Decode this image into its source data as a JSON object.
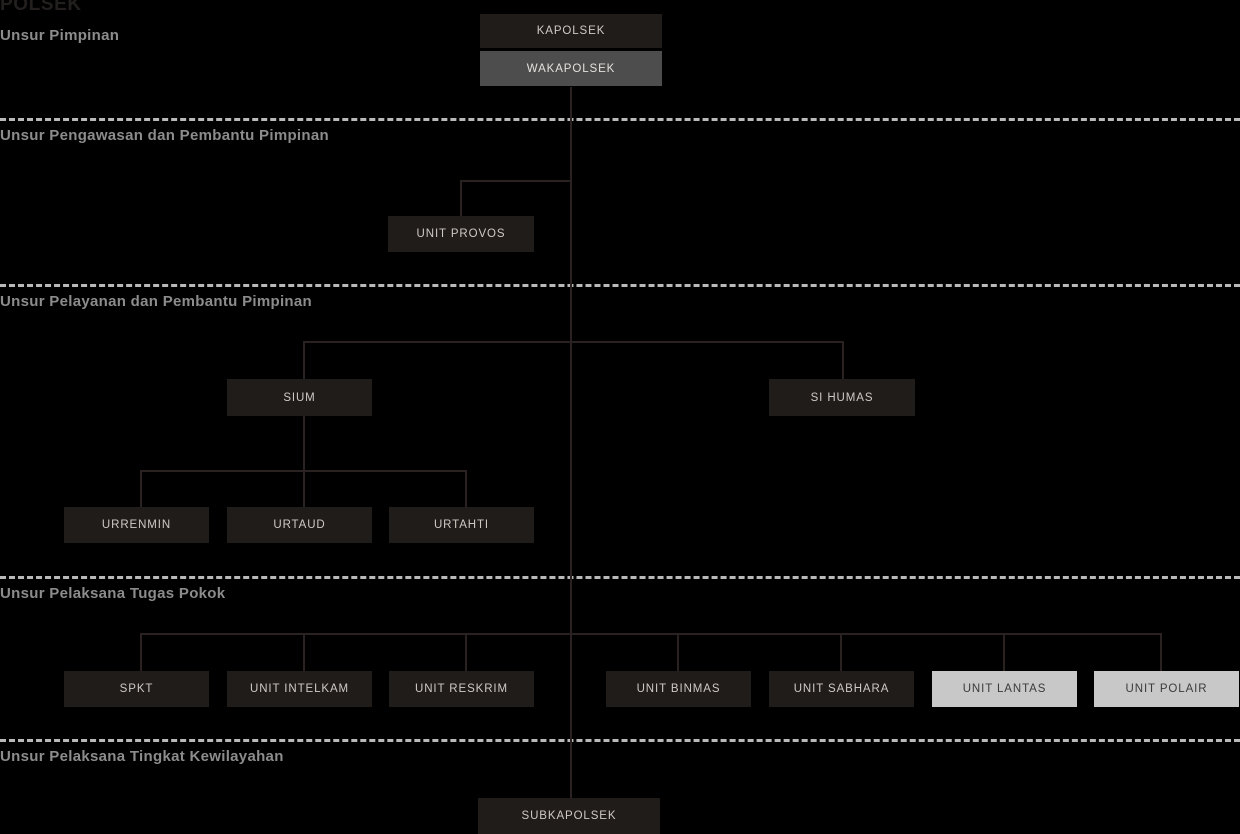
{
  "title": "POLSEK",
  "sections": [
    {
      "id": "pimpinan",
      "label": "Unsur Pimpinan"
    },
    {
      "id": "pengawasan",
      "label": "Unsur Pengawasan dan Pembantu Pimpinan"
    },
    {
      "id": "pelayanan",
      "label": "Unsur Pelayanan dan Pembantu Pimpinan"
    },
    {
      "id": "tugaspokok",
      "label": "Unsur Pelaksana Tugas Pokok"
    },
    {
      "id": "kewilayahan",
      "label": "Unsur Pelaksana Tingkat Kewilayahan"
    }
  ],
  "nodes": {
    "kapolsek": "KAPOLSEK",
    "wakapolsek": "WAKAPOLSEK",
    "unit_provos": "UNIT PROVOS",
    "sium": "SIUM",
    "si_humas": "SI HUMAS",
    "urrenmin": "URRENMIN",
    "urtaud": "URTAUD",
    "urtahti": "URTAHTI",
    "spkt": "SPKT",
    "unit_intelkam": "UNIT INTELKAM",
    "unit_reskrim": "UNIT RESKRIM",
    "unit_binmas": "UNIT BINMAS",
    "unit_sabhara": "UNIT SABHARA",
    "unit_lantas": "UNIT LANTAS",
    "unit_polair": "UNIT POLAIR",
    "subkapolsek": "SUBKAPOLSEK"
  },
  "colors": {
    "background": "#000000",
    "node_dark": "#201c1a",
    "node_mid": "#4d4d4d",
    "node_light": "#c8c8c8",
    "line": "#2a2220",
    "divider": "#b9b9b9",
    "section_text": "#8c8c8c",
    "title_text": "#231f1e"
  }
}
